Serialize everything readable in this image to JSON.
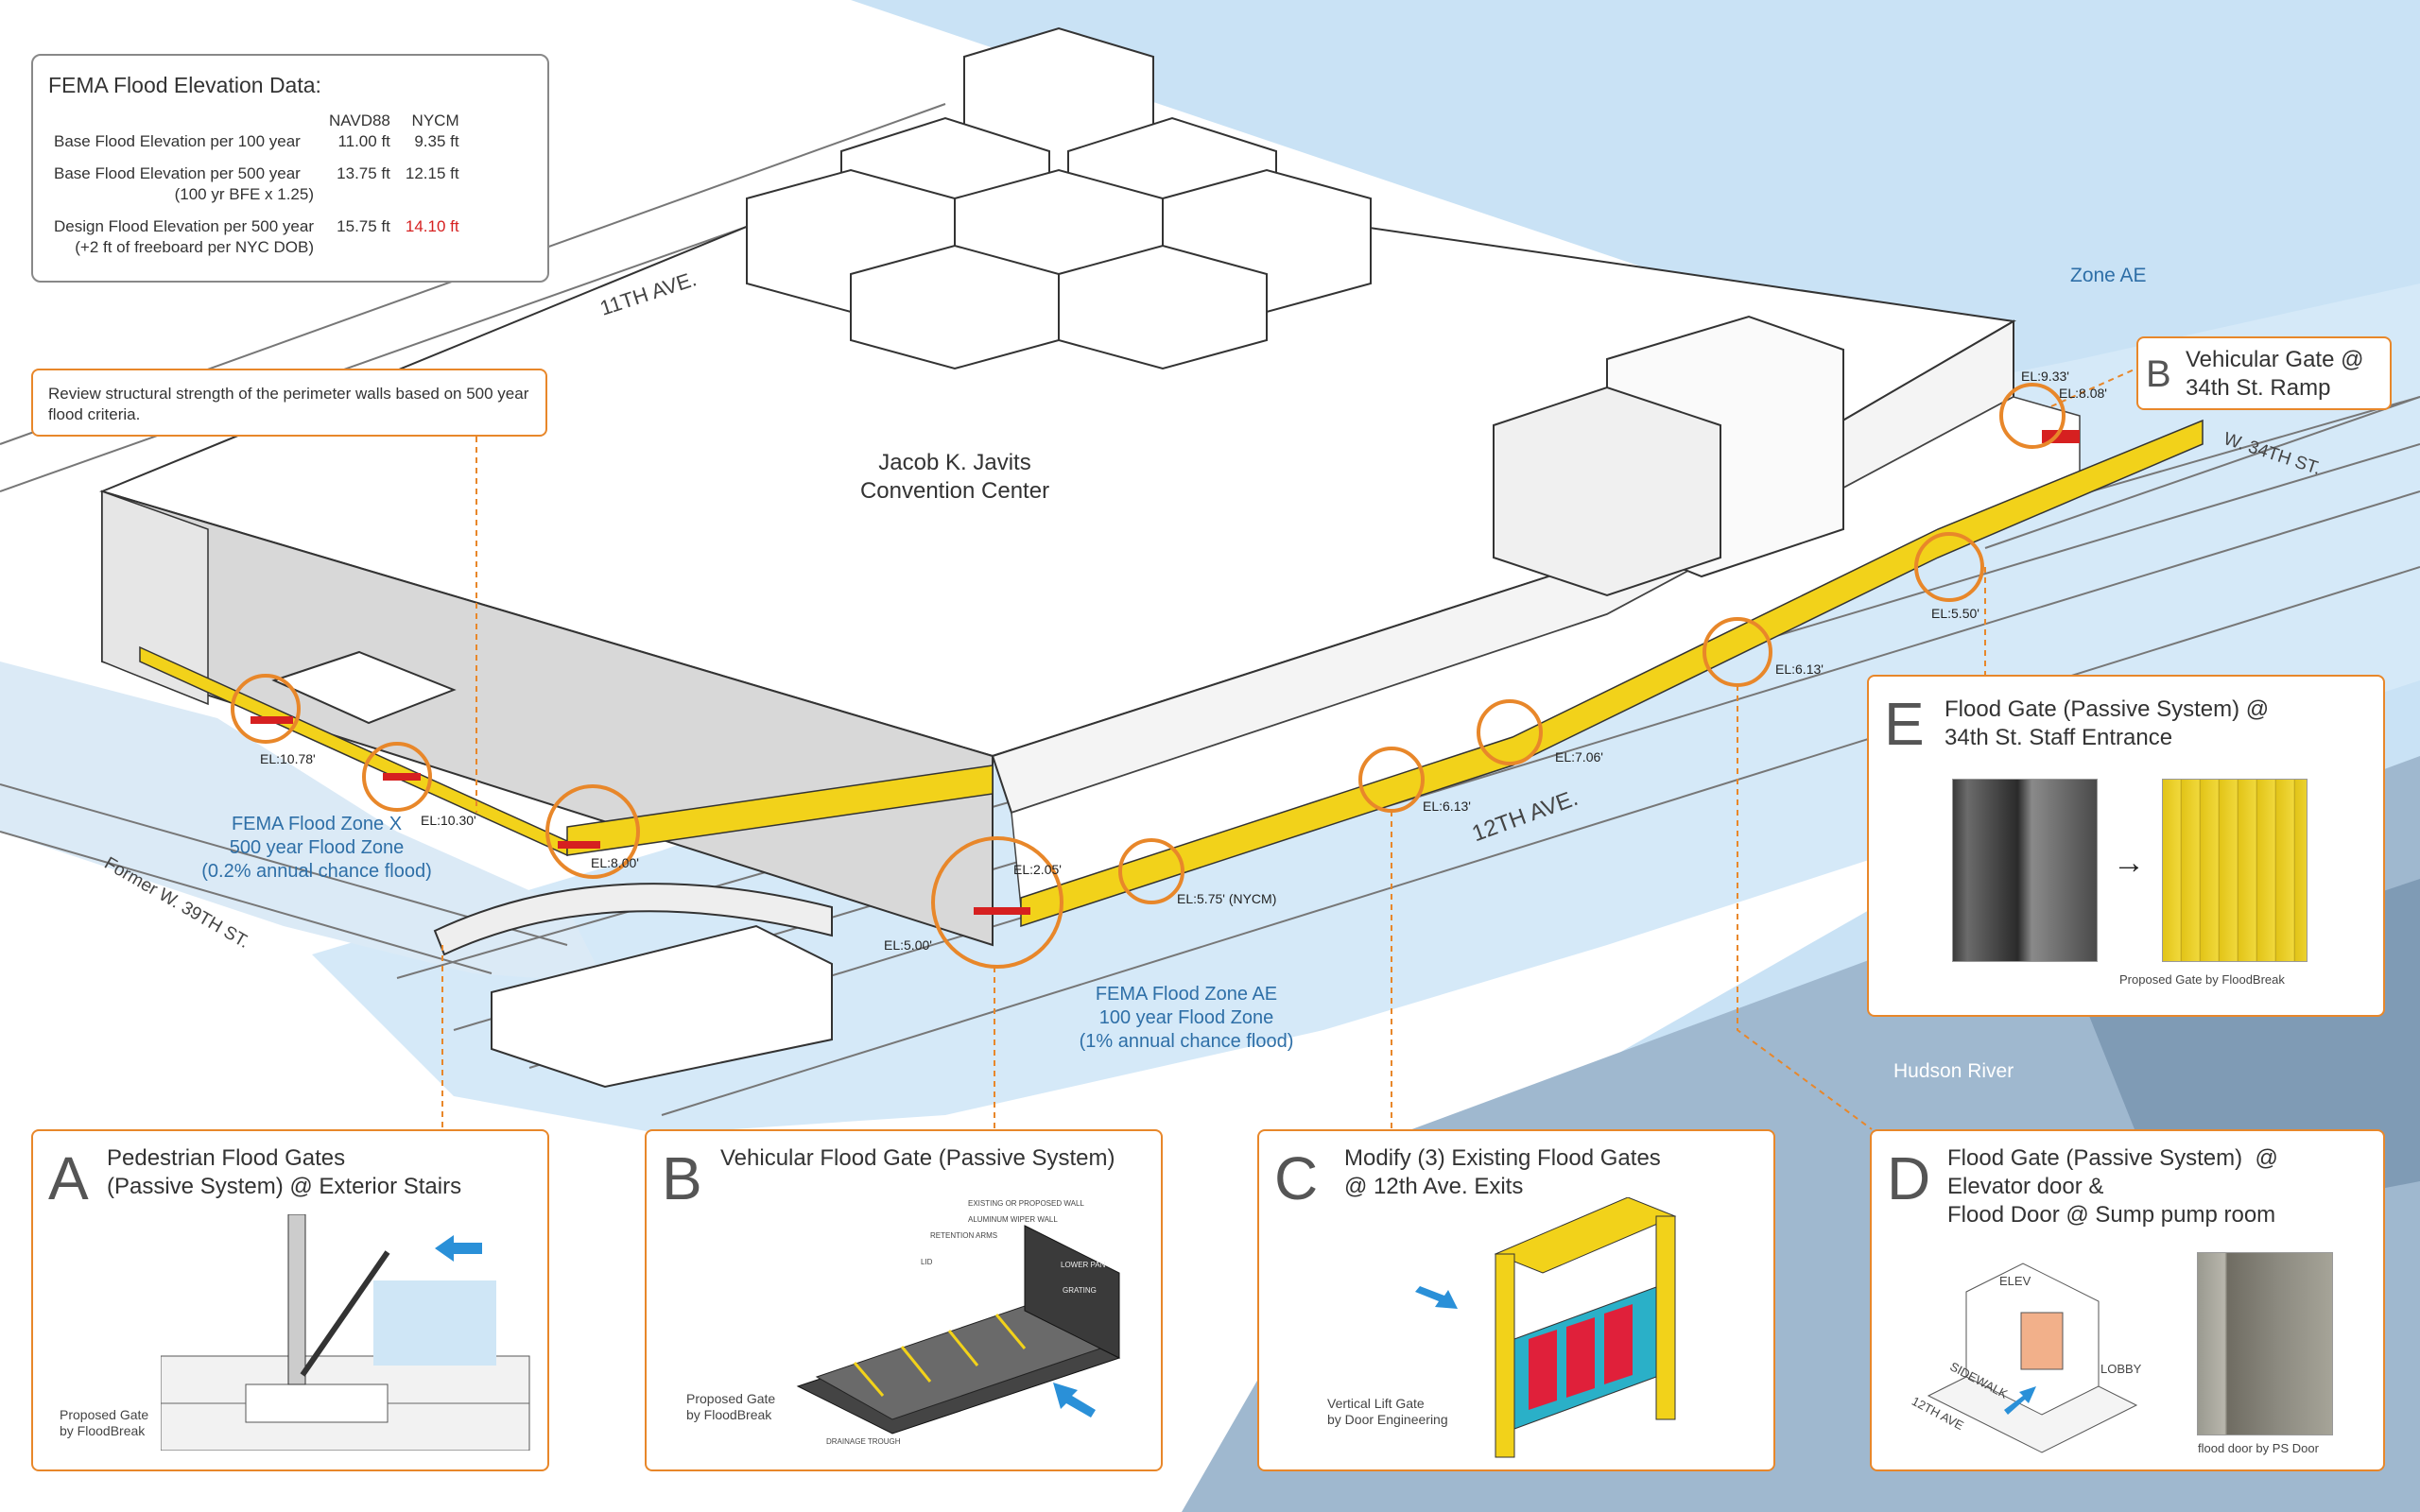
{
  "fema_table": {
    "title": "FEMA Flood Elevation Data:",
    "columns": [
      "NAVD88",
      "NYCM"
    ],
    "rows": [
      {
        "label": "Base Flood Elevation per 100 year",
        "navd88": "11.00 ft",
        "nycm": "9.35 ft"
      },
      {
        "label": "Base Flood Elevation per 500 year",
        "navd88": "13.75 ft",
        "nycm": "12.15 ft",
        "sub": "(100 yr BFE x 1.25)"
      },
      {
        "label": "Design Flood Elevation per 500 year",
        "navd88": "15.75 ft",
        "nycm": "14.10 ft",
        "sub": "(+2 ft of freeboard per NYC DOB)"
      }
    ]
  },
  "note": "Review structural strength of the perimeter walls based on 500 year flood criteria.",
  "map": {
    "building": "Jacob K. Javits\nConvention Center",
    "streets": {
      "eleventh": "11TH AVE.",
      "twelfth": "12TH AVE.",
      "w34": "W. 34TH ST.",
      "w39": "Former W. 39TH ST."
    },
    "zone_ae": "Zone AE",
    "river": "Hudson River",
    "zone_x": "FEMA Flood Zone X\n500 year Flood Zone\n(0.2% annual chance flood)",
    "zone_ae_label": "FEMA Flood Zone AE\n100 year Flood Zone\n(1% annual chance flood)",
    "elevations": [
      "EL:10.78'",
      "EL:10.30'",
      "EL:8.00'",
      "EL:2.05'",
      "EL:5.00'",
      "EL:5.75' (NYCM)",
      "EL:6.13'",
      "EL:7.06'",
      "EL:6.13'",
      "EL:5.50'",
      "EL:9.33'",
      "EL:8.08'"
    ]
  },
  "callouts": {
    "b_top": {
      "letter": "B",
      "title": "Vehicular Gate @\n34th St. Ramp"
    },
    "e": {
      "letter": "E",
      "title": "Flood Gate (Passive System) @\n34th St. Staff Entrance",
      "caption": "Proposed Gate by FloodBreak",
      "arrow": "→"
    },
    "a": {
      "letter": "A",
      "title": "Pedestrian Flood Gates\n(Passive System) @ Exterior Stairs",
      "caption": "Proposed Gate\nby FloodBreak"
    },
    "b": {
      "letter": "B",
      "title": "Vehicular Flood Gate (Passive System)",
      "caption": "Proposed Gate\nby FloodBreak",
      "parts": [
        "EXISTING OR PROPOSED WALL",
        "ALUMINUM WIPER WALL",
        "RETENTION ARMS",
        "LID",
        "LOWER PAN",
        "GRATING",
        "DRAINAGE TROUGH"
      ]
    },
    "c": {
      "letter": "C",
      "title": "Modify (3) Existing Flood Gates\n@ 12th Ave. Exits",
      "caption": "Vertical Lift Gate\nby Door Engineering"
    },
    "d": {
      "letter": "D",
      "title": "Flood Gate (Passive System)  @\nElevator door &\nFlood Door @ Sump pump room",
      "caption": "flood door by PS Door",
      "plan_labels": [
        "ELEV",
        "LOBBY",
        "SIDEWALK",
        "12TH AVE"
      ]
    }
  },
  "colors": {
    "accent": "#e8872a",
    "water": "#c9e2f5",
    "flood_wall": "#f2d21a",
    "gate": "#d62020",
    "label_blue": "#2e6fa7"
  }
}
